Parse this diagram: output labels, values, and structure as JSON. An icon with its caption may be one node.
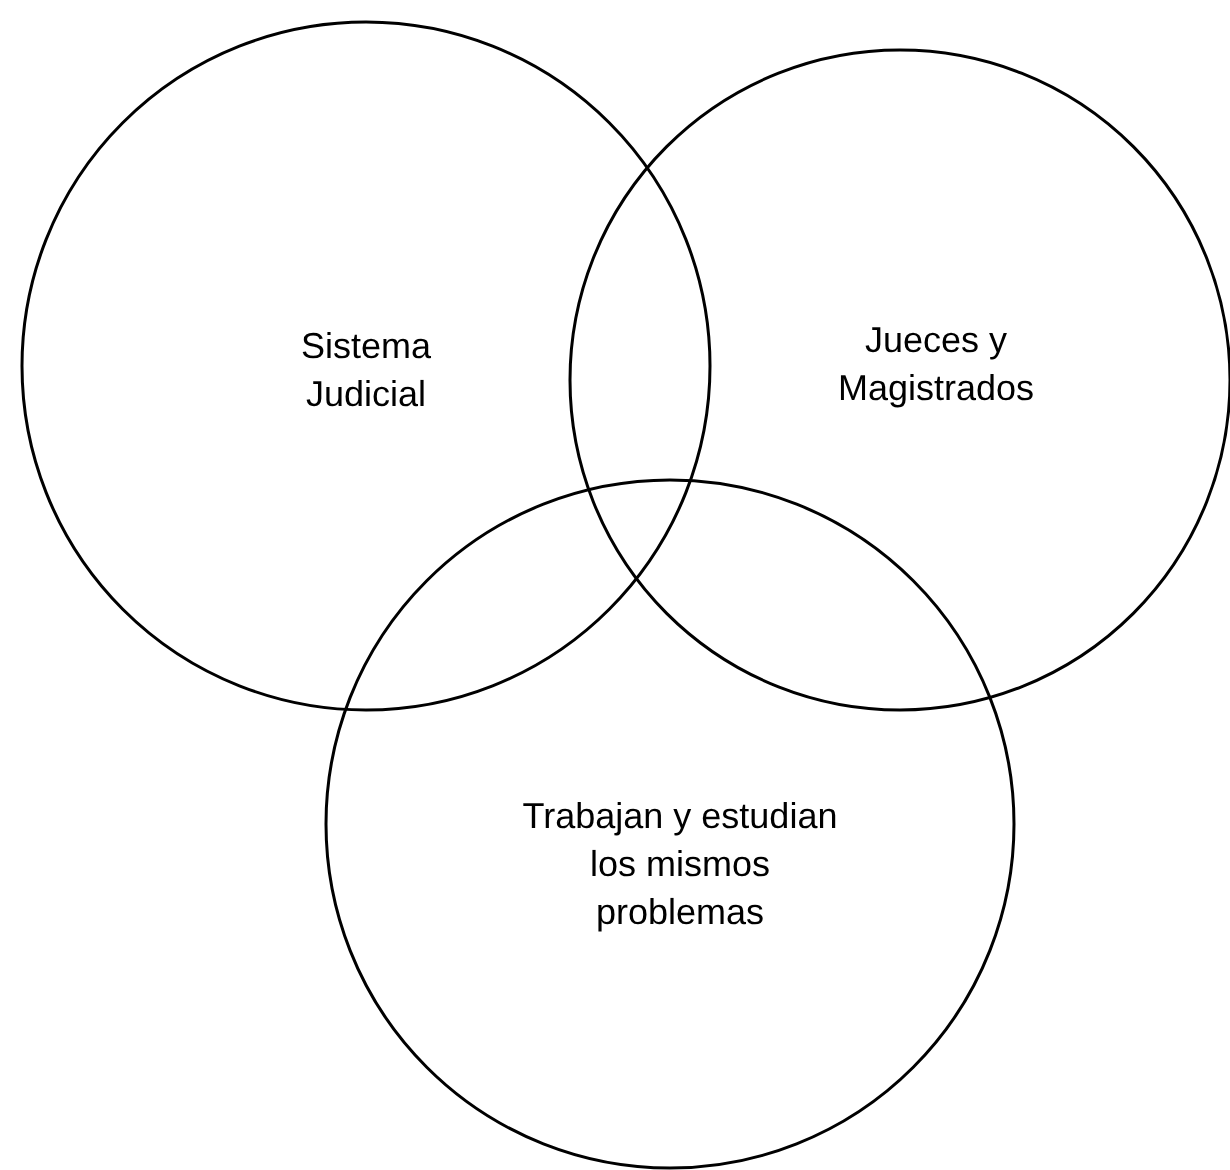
{
  "diagram": {
    "nodes": [
      {
        "text": [
          "Sistema Judicial"
        ]
      },
      {
        "text": [
          "Jueces y Magistrados"
        ]
      },
      {
        "text": [
          "Trabajan y estudian los mismos problemas"
        ]
      }
    ]
  }
}
